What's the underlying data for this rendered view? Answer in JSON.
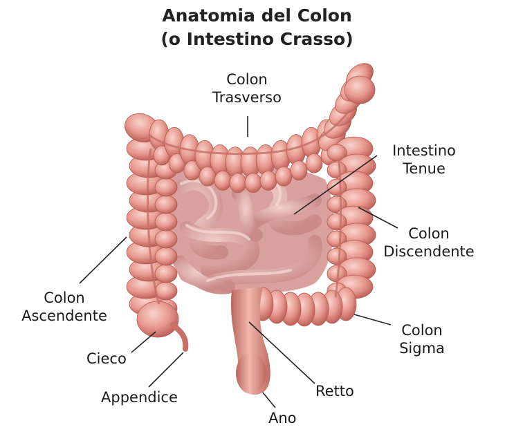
{
  "title": {
    "line1": "Anatomia del Colon",
    "line2": "(o Intestino Crasso)"
  },
  "labels": {
    "colon_trasverso": [
      "Colon",
      "Trasverso"
    ],
    "intestino_tenue": [
      "Intestino",
      "Tenue"
    ],
    "colon_discendente": [
      "Colon",
      "Discendente"
    ],
    "colon_ascendente": [
      "Colon",
      "Ascendente"
    ],
    "colon_sigma": [
      "Colon",
      "Sigma"
    ],
    "cieco": "Cieco",
    "appendice": "Appendice",
    "retto": "Retto",
    "ano": "Ano"
  },
  "colors": {
    "tissue": "#e5968f",
    "tissue_dark": "#b5584f",
    "tissue_light": "#f6cdc4",
    "small_intestine": "#e9b8b4",
    "leader_line": "#222222"
  }
}
